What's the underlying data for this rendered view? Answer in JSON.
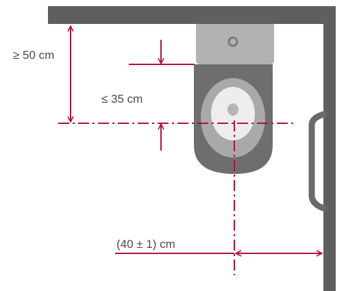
{
  "labels": {
    "min_wall_distance": "≥ 50 cm",
    "max_height_offset": "≤ 35 cm",
    "side_wall_distance": "(40 ± 1) cm"
  },
  "colors": {
    "wall": "#5f5f5f",
    "tank": "#b2b2b2",
    "bowl_outer": "#6e6e6e",
    "bowl_ring": "#a9a9a9",
    "bowl_inner": "#ededed",
    "dimension": "#b0103a",
    "text": "#4a4a4a",
    "grab_bar": "#6a6a6a"
  }
}
